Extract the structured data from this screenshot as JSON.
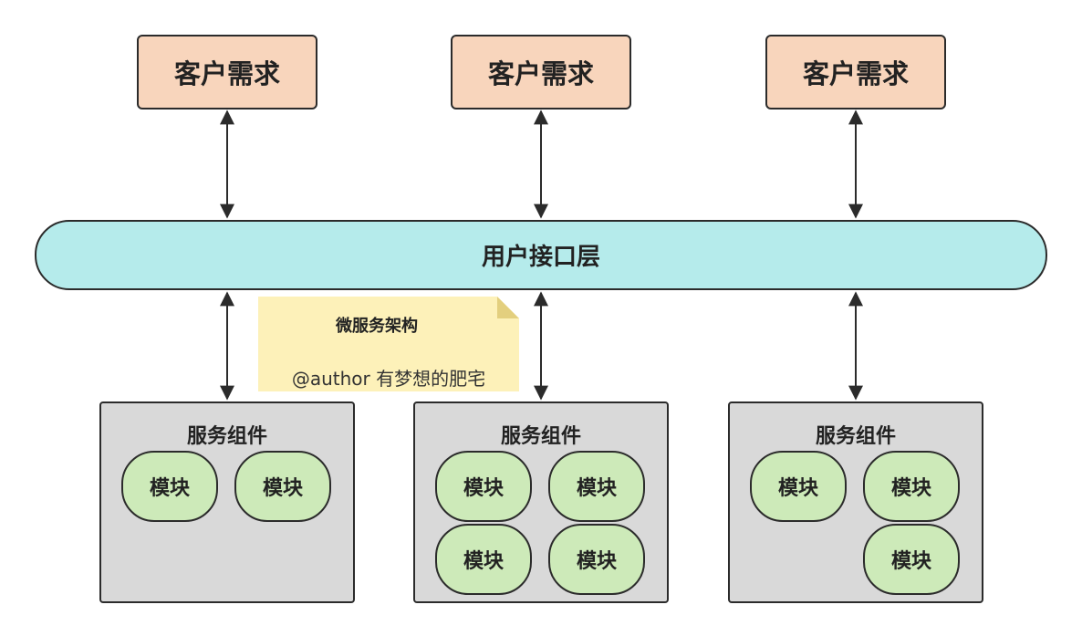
{
  "clients": [
    {
      "label": "客户需求"
    },
    {
      "label": "客户需求"
    },
    {
      "label": "客户需求"
    }
  ],
  "api_layer": {
    "label": "用户接口层"
  },
  "note": {
    "title": "微服务架构",
    "author": "@author 有梦想的肥宅",
    "color": "#fdf1b9"
  },
  "services": [
    {
      "title": "服务组件",
      "modules": [
        "模块",
        "模块"
      ]
    },
    {
      "title": "服务组件",
      "modules": [
        "模块",
        "模块",
        "模块",
        "模块"
      ]
    },
    {
      "title": "服务组件",
      "modules": [
        "模块",
        "模块",
        "模块"
      ]
    }
  ],
  "colors": {
    "client_fill": "#f8d5bc",
    "api_fill": "#b5ebeb",
    "service_fill": "#d9d9d9",
    "module_fill": "#cdeab9",
    "stroke": "#2b2b2b"
  }
}
